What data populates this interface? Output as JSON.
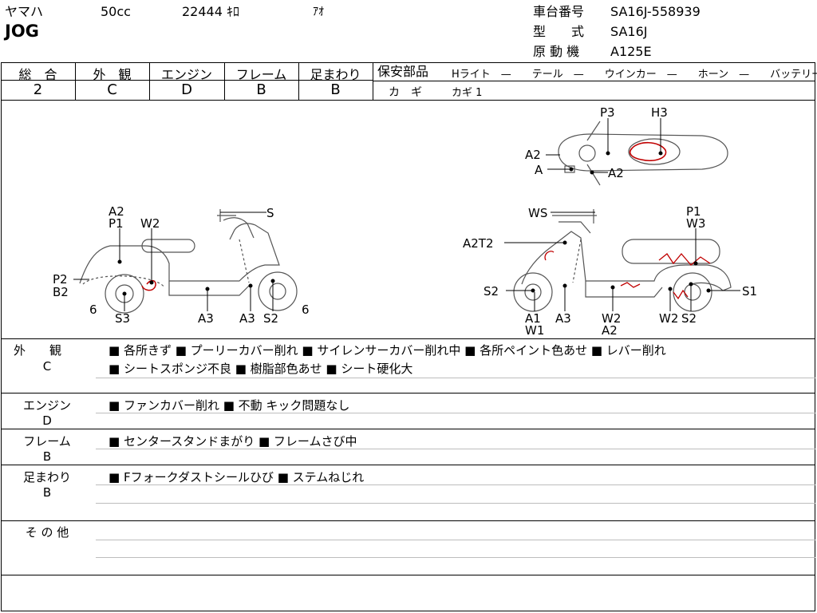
{
  "header": {
    "maker": "ヤマハ",
    "displacement": "50cc",
    "mileage": "22444 ｷﾛ",
    "color": "ｱｵ",
    "model_name": "JOG",
    "frame_no_label": "車台番号",
    "frame_no": "SA16J-558939",
    "type_label": "型　　式",
    "type_value": "SA16J",
    "engine_label": "原 動 機",
    "engine_value": "A125E"
  },
  "grades": [
    {
      "label": "総　合",
      "value": "2"
    },
    {
      "label": "外　観",
      "value": "C"
    },
    {
      "label": "エンジン",
      "value": "D"
    },
    {
      "label": "フレーム",
      "value": "B"
    },
    {
      "label": "足まわり",
      "value": "B"
    }
  ],
  "safety": {
    "label": "保安部品",
    "items": "Hライト　—　　テール　—　　ウインカー　—　　ホーン　—　　バッテリー ×",
    "key_label": "カ　ギ",
    "key_value": "カギ 1"
  },
  "diagram_labels": {
    "left_A2": "A2",
    "left_P1": "P1",
    "left_W2": "W2",
    "left_S": "S",
    "left_P2": "P2",
    "left_B2": "B2",
    "left_6a": "6",
    "left_S3": "S3",
    "left_A3a": "A3",
    "left_A3b": "A3",
    "left_S2": "S2",
    "left_6b": "6",
    "top_P3": "P3",
    "top_H3": "H3",
    "top_A2a": "A2",
    "top_A": "A",
    "top_A2b": "A2",
    "right_WS": "WS",
    "right_P1": "P1",
    "right_W3": "W3",
    "right_A2T2": "A2T2",
    "right_S2a": "S2",
    "right_S1": "S1",
    "right_A1": "A1",
    "right_W1": "W1",
    "right_A3": "A3",
    "right_W2a": "W2",
    "right_A2": "A2",
    "right_W2b": "W2",
    "right_S2b": "S2"
  },
  "sections": [
    {
      "label": "外　　観",
      "grade": "C",
      "lines": [
        "■ 各所きず ■ プーリーカバー削れ ■ サイレンサーカバー削れ中 ■ 各所ペイント色あせ ■ レバー削れ",
        "■ シートスポンジ不良 ■ 樹脂部色あせ ■ シート硬化大"
      ]
    },
    {
      "label": "エンジン",
      "grade": "D",
      "lines": [
        "■ ファンカバー削れ ■ 不動 キック問題なし"
      ]
    },
    {
      "label": "フレーム",
      "grade": "B",
      "lines": [
        "■ センタースタンドまがり ■ フレームさび中"
      ]
    },
    {
      "label": "足まわり",
      "grade": "B",
      "lines": [
        "■ Fフォークダストシールひび ■ ステムねじれ"
      ]
    },
    {
      "label": "そ の 他",
      "grade": "",
      "lines": []
    }
  ],
  "colors": {
    "ink": "#000000",
    "damage_mark": "#c00000",
    "sketch": "#555555",
    "gridline": "#bdbdbd"
  }
}
